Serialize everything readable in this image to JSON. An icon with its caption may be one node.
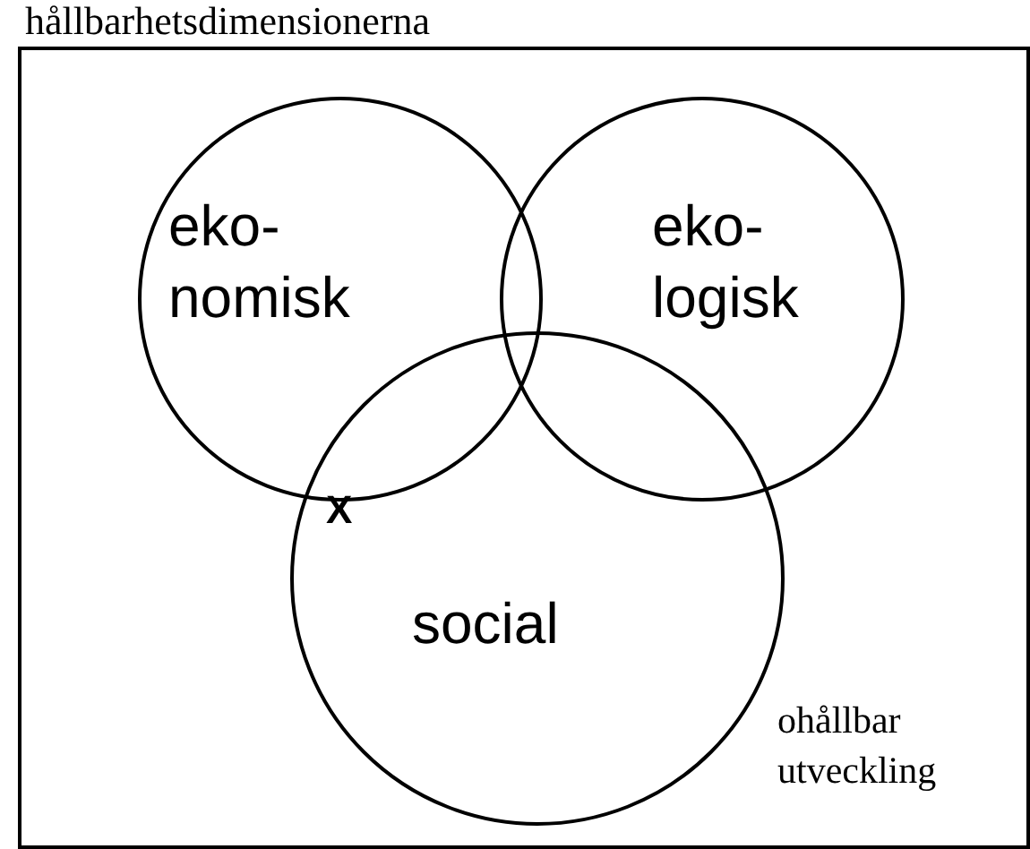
{
  "diagram": {
    "title": "hållbarhetsdimensionerna",
    "nodes": [
      {
        "text": [
          "ohållbar utveckling"
        ]
      },
      {
        "text": [
          "eko- nomisk"
        ],
        "in": 0
      },
      {
        "text": [
          "eko- logisk"
        ],
        "in": 0
      },
      {
        "text": [
          "social"
        ],
        "in": 0
      }
    ],
    "edges": [],
    "labels": [
      "X"
    ]
  }
}
